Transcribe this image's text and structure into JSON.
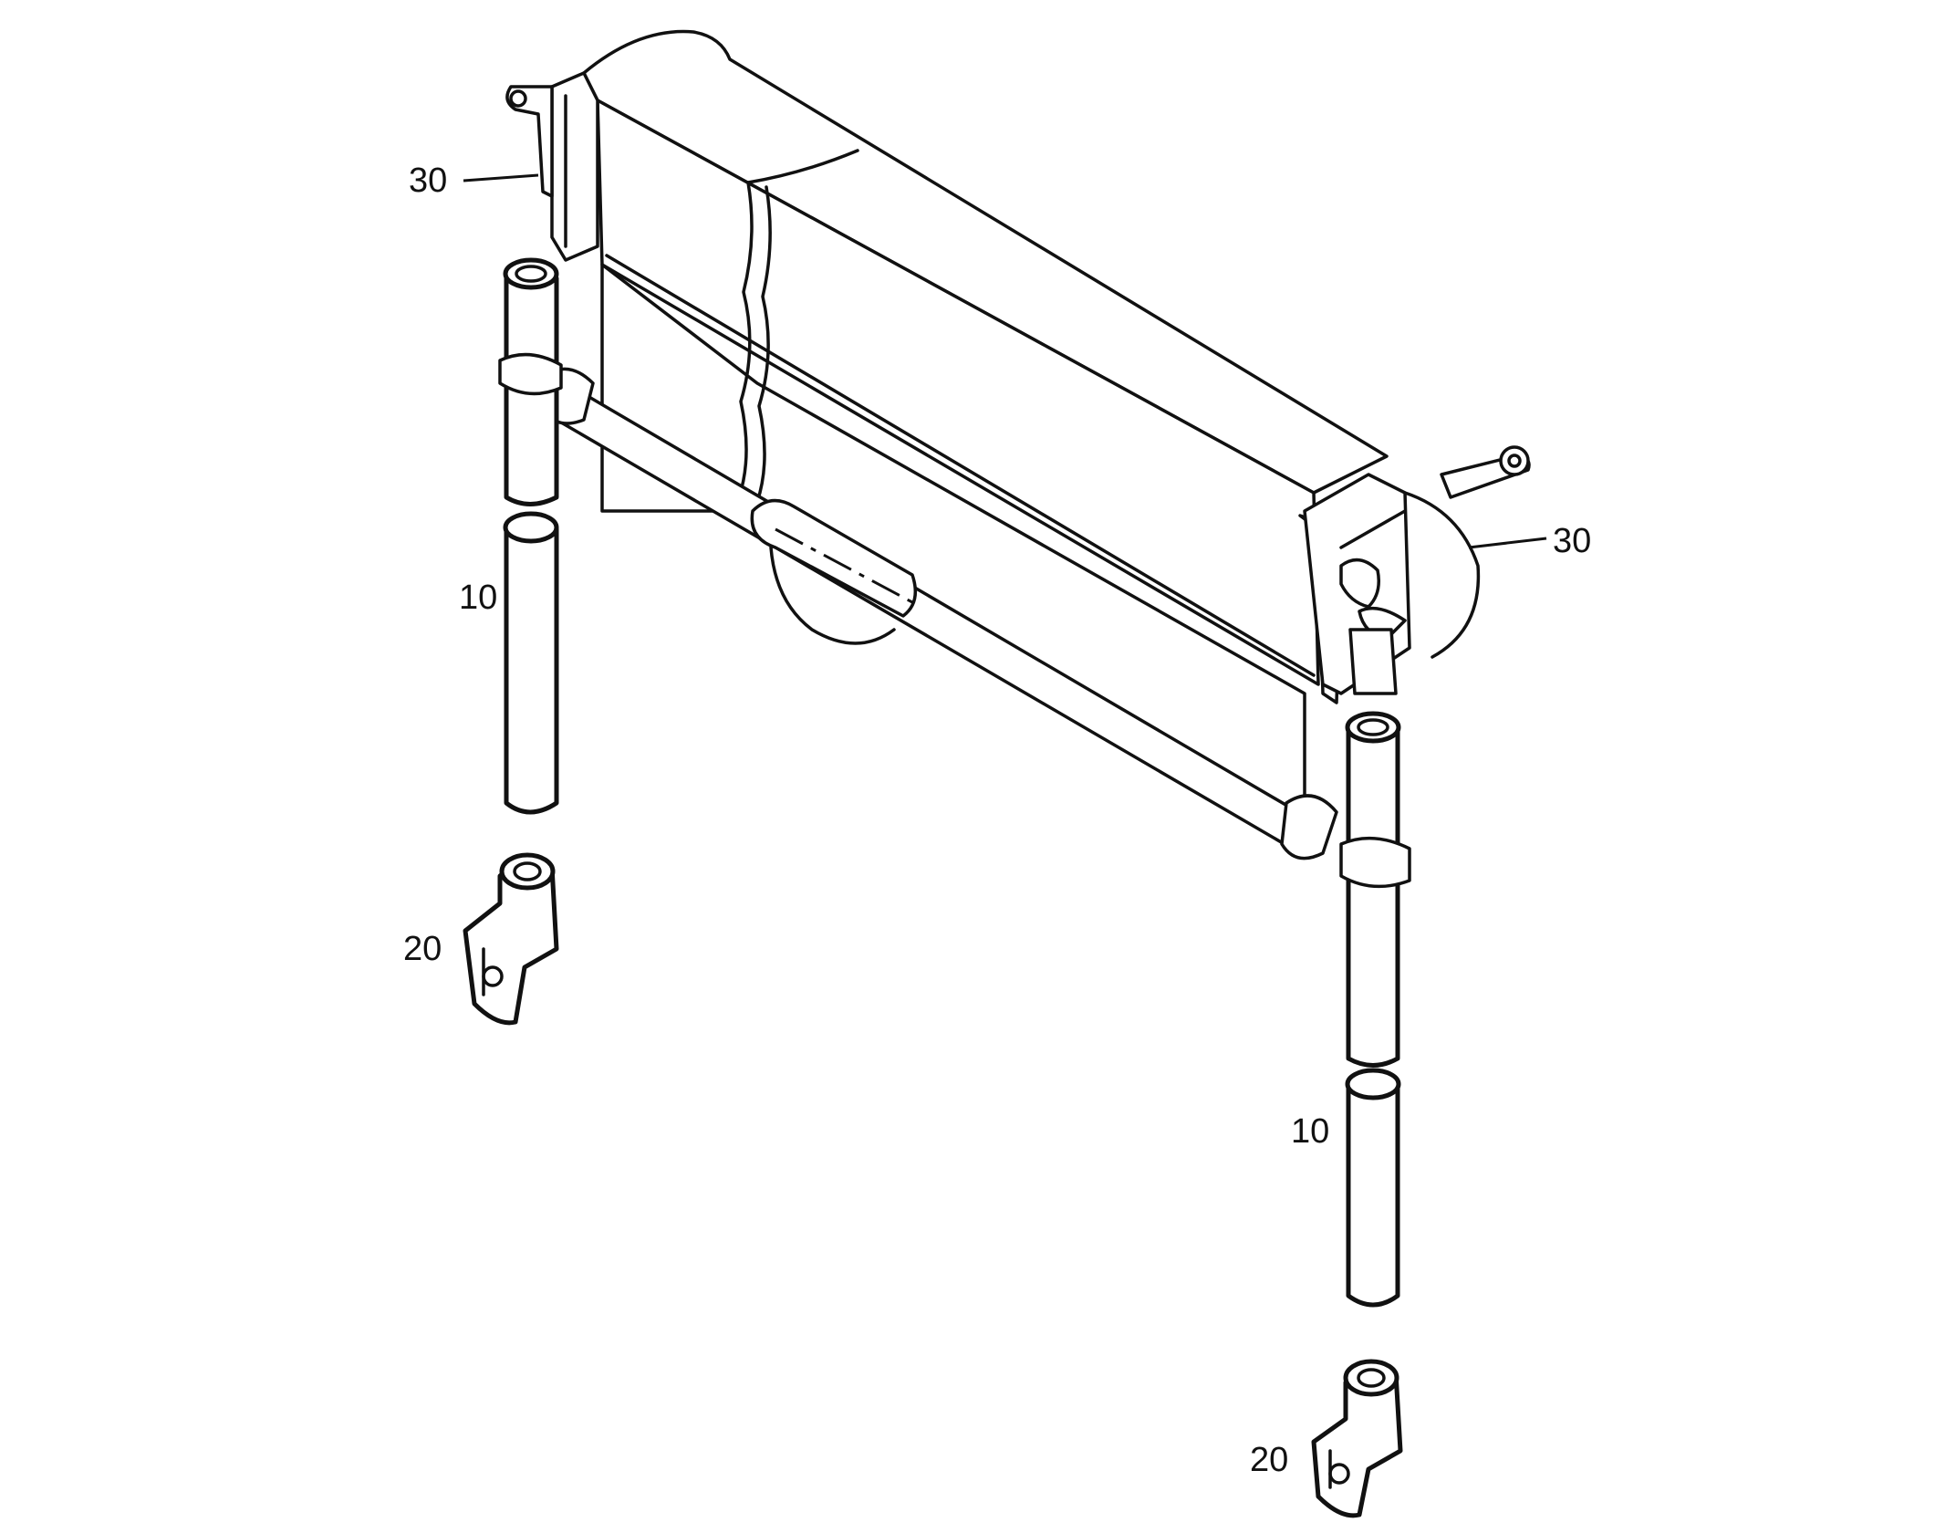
{
  "callouts": {
    "top_left_30": "30",
    "right_30": "30",
    "left_10": "10",
    "right_10": "10",
    "left_20": "20",
    "right_20": "20"
  }
}
